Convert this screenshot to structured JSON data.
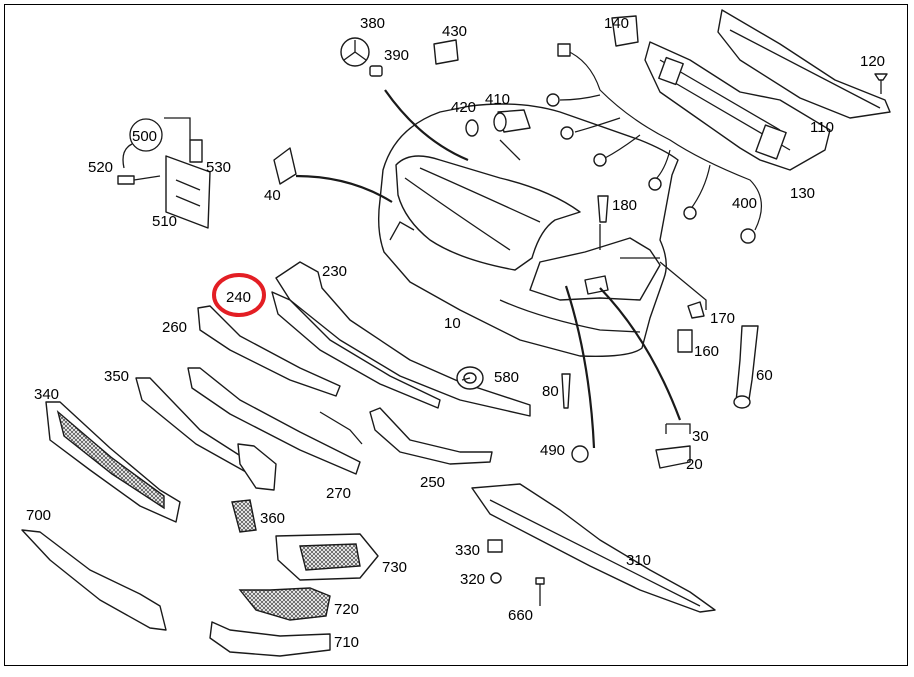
{
  "highlight_color": "#e31e24",
  "highlighted_label": "240",
  "callouts": {
    "c10": "10",
    "c20": "20",
    "c30": "30",
    "c40": "40",
    "c60": "60",
    "c80": "80",
    "c110": "110",
    "c120": "120",
    "c130": "130",
    "c140": "140",
    "c160": "160",
    "c170": "170",
    "c180": "180",
    "c230": "230",
    "c240": "240",
    "c250": "250",
    "c260": "260",
    "c270": "270",
    "c310": "310",
    "c320": "320",
    "c330": "330",
    "c340": "340",
    "c350": "350",
    "c360": "360",
    "c380": "380",
    "c390": "390",
    "c400": "400",
    "c410": "410",
    "c420": "420",
    "c430": "430",
    "c490": "490",
    "c500": "500",
    "c510": "510",
    "c520": "520",
    "c530": "530",
    "c580": "580",
    "c660": "660",
    "c700": "700",
    "c710": "710",
    "c720": "720",
    "c730": "730"
  }
}
